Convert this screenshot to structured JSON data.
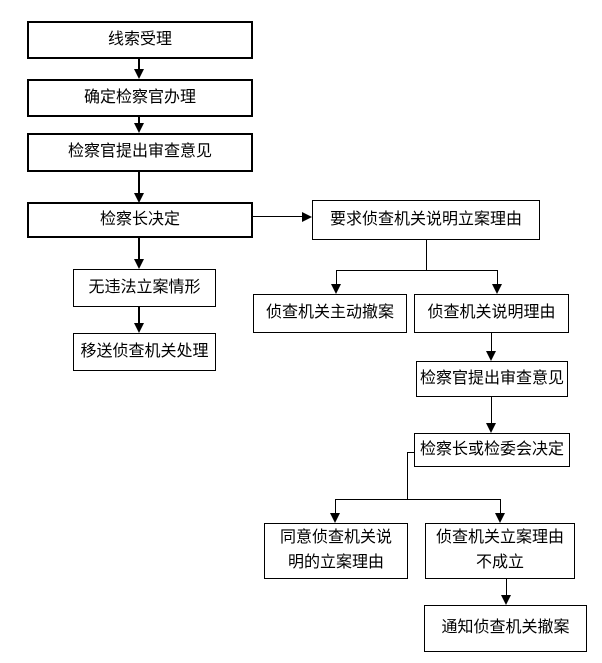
{
  "diagram": {
    "background_color": "#ffffff",
    "line_color": "#000000",
    "box_border_color": "#000000",
    "nodes": {
      "clue_acceptance": "线索受理",
      "assign_prosecutor": "确定检察官办理",
      "prosecutor_review_1": "检察官提出审查意见",
      "chief_decision": "检察长决定",
      "no_illegal_filing": "无违法立案情形",
      "transfer_to_investigation": "移送侦查机关处理",
      "request_filing_reasons": "要求侦查机关说明立案理由",
      "voluntary_withdrawal": "侦查机关主动撤案",
      "organ_explains_reasons": "侦查机关说明理由",
      "prosecutor_review_2": "检察官提出审查意见",
      "chief_or_committee_decision": "检察长或检委会决定",
      "agree_filing_reasons": "同意侦查机关说\n明的立案理由",
      "reasons_not_established": "侦查机关立案理由\n不成立",
      "notify_withdrawal": "通知侦查机关撤案"
    },
    "edges": [
      {
        "from": "clue_acceptance",
        "to": "assign_prosecutor"
      },
      {
        "from": "assign_prosecutor",
        "to": "prosecutor_review_1"
      },
      {
        "from": "prosecutor_review_1",
        "to": "chief_decision"
      },
      {
        "from": "chief_decision",
        "to": "no_illegal_filing"
      },
      {
        "from": "no_illegal_filing",
        "to": "transfer_to_investigation"
      },
      {
        "from": "chief_decision",
        "to": "request_filing_reasons"
      },
      {
        "from": "request_filing_reasons",
        "to": "voluntary_withdrawal"
      },
      {
        "from": "request_filing_reasons",
        "to": "organ_explains_reasons"
      },
      {
        "from": "organ_explains_reasons",
        "to": "prosecutor_review_2"
      },
      {
        "from": "prosecutor_review_2",
        "to": "chief_or_committee_decision"
      },
      {
        "from": "chief_or_committee_decision",
        "to": "agree_filing_reasons"
      },
      {
        "from": "chief_or_committee_decision",
        "to": "reasons_not_established"
      },
      {
        "from": "reasons_not_established",
        "to": "notify_withdrawal"
      }
    ]
  }
}
